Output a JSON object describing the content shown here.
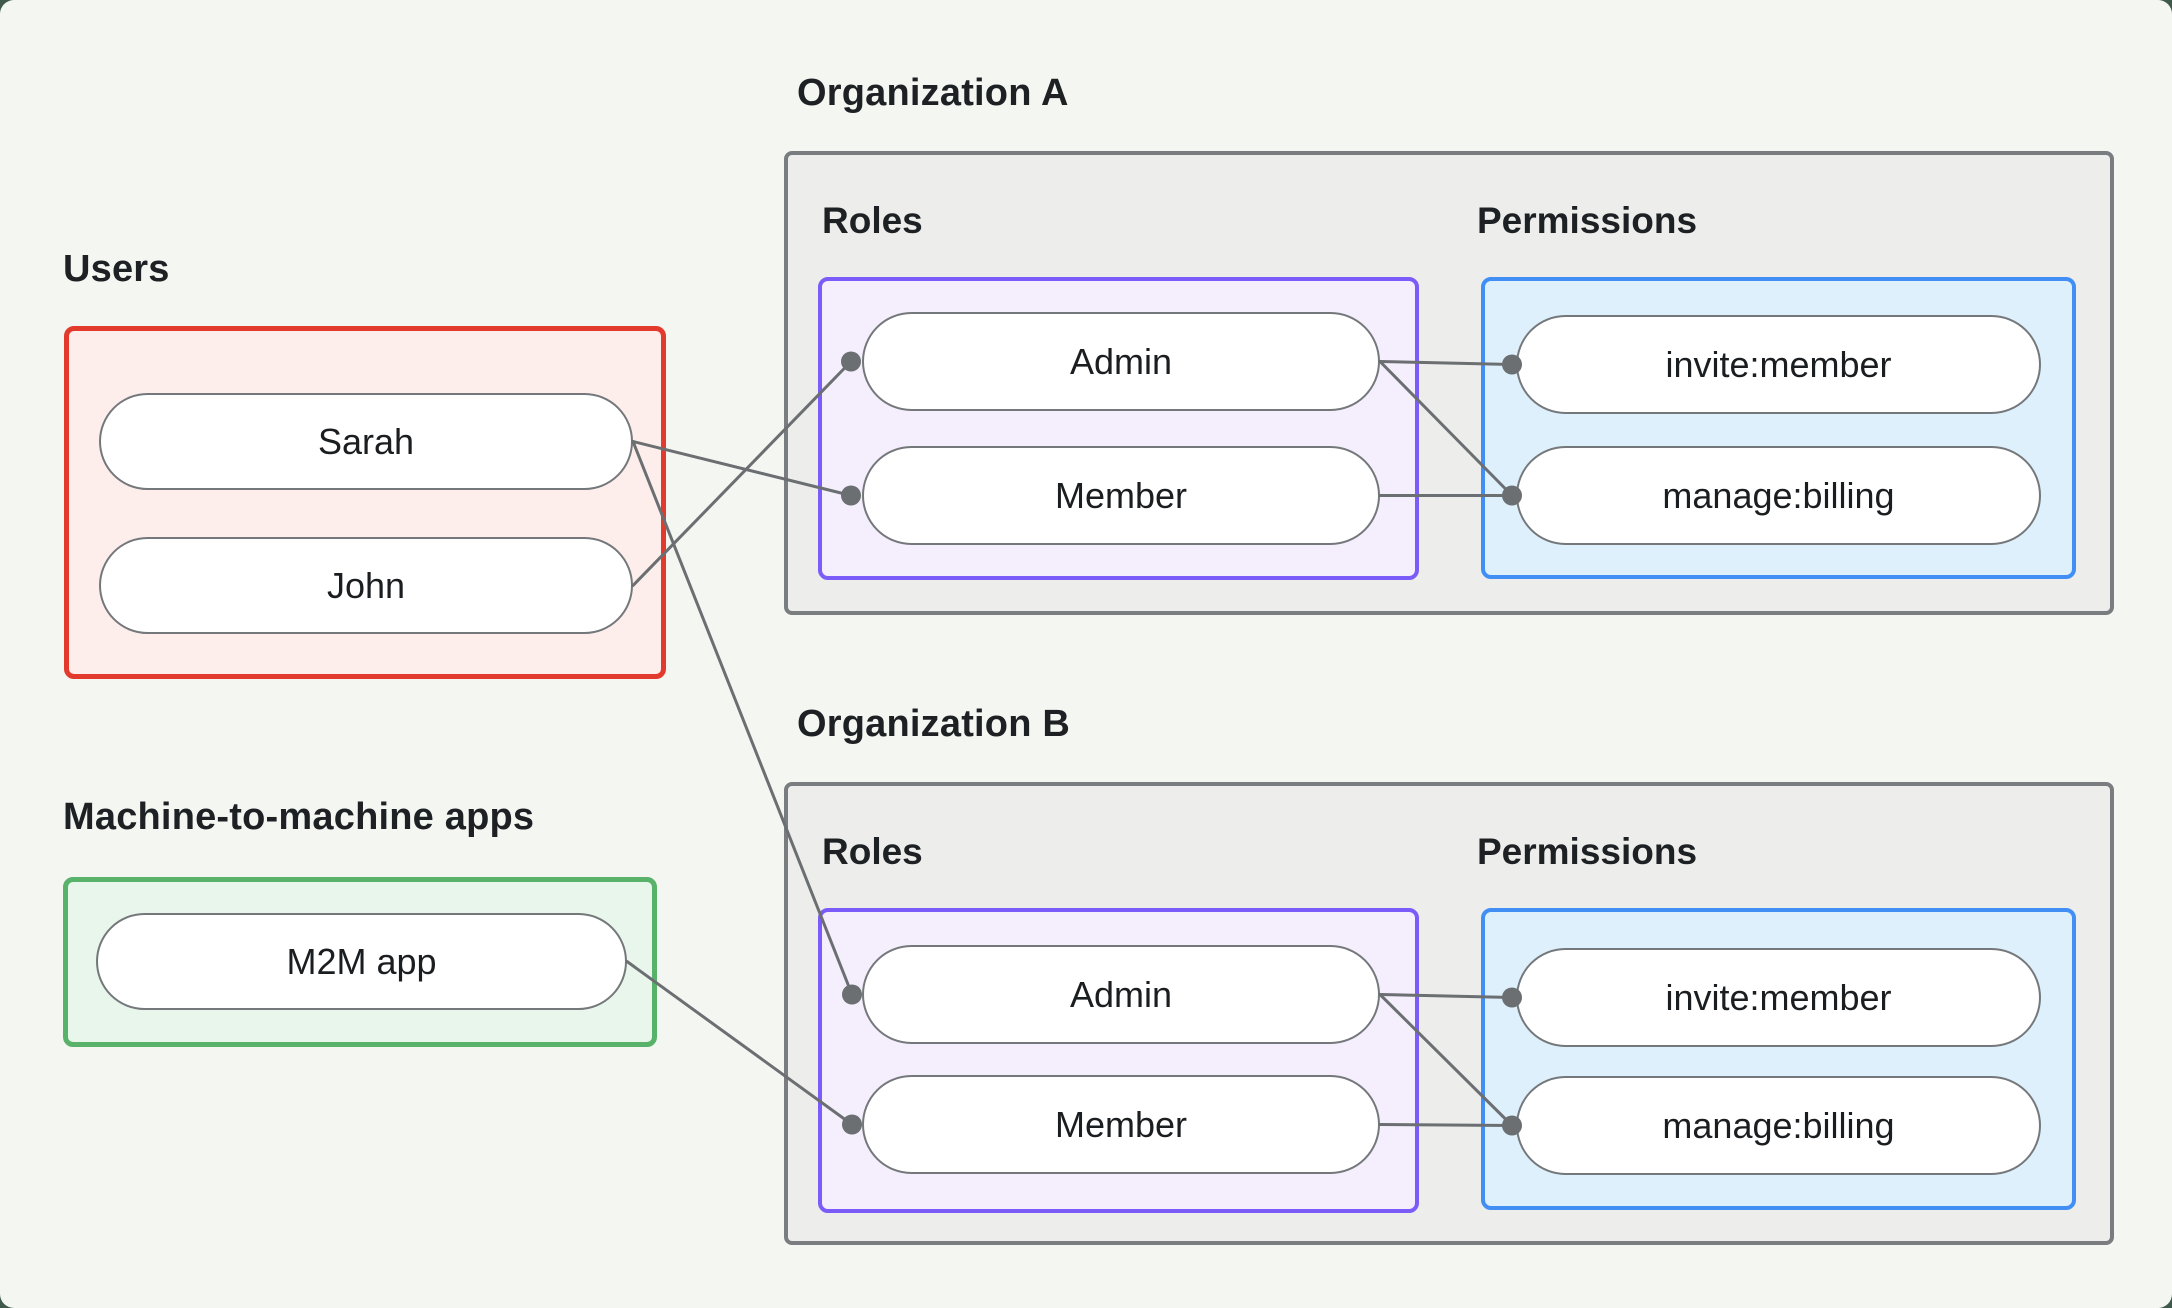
{
  "canvas": {
    "backdrop_color": "#3f5a4a",
    "panel_color": "#f4f6f2"
  },
  "palette": {
    "users_border": "#e23b2e",
    "users_fill": "#fdeeec",
    "m2m_border": "#58b269",
    "m2m_fill": "#e9f6ec",
    "roles_border": "#7c5cf8",
    "roles_fill": "#f5eefd",
    "permissions_border": "#418ef5",
    "permissions_fill": "#def0fc",
    "org_border": "#797d80",
    "org_fill": "#ededec",
    "pill_border": "#74787b",
    "pill_fill": "#ffffff",
    "connector_color": "#6b6f72",
    "text_color": "#1d2124"
  },
  "users_group": {
    "label": "Users",
    "items": [
      {
        "label": "Sarah"
      },
      {
        "label": "John"
      }
    ]
  },
  "m2m_group": {
    "label": "Machine-to-machine apps",
    "items": [
      {
        "label": "M2M app"
      }
    ]
  },
  "organizations": [
    {
      "title": "Organization A",
      "roles_label": "Roles",
      "permissions_label": "Permissions",
      "roles": [
        {
          "label": "Admin"
        },
        {
          "label": "Member"
        }
      ],
      "permissions": [
        {
          "label": "invite:member"
        },
        {
          "label": "manage:billing"
        }
      ]
    },
    {
      "title": "Organization B",
      "roles_label": "Roles",
      "permissions_label": "Permissions",
      "roles": [
        {
          "label": "Admin"
        },
        {
          "label": "Member"
        }
      ],
      "permissions": [
        {
          "label": "invite:member"
        },
        {
          "label": "manage:billing"
        }
      ]
    }
  ],
  "connections": [
    {
      "from": "Sarah",
      "to": "Organization A / Member"
    },
    {
      "from": "John",
      "to": "Organization A / Admin"
    },
    {
      "from": "Sarah",
      "to": "Organization B / Admin"
    },
    {
      "from": "M2M app",
      "to": "Organization B / Member"
    },
    {
      "from": "Organization A / Admin",
      "to": "Organization A / invite:member"
    },
    {
      "from": "Organization A / Admin",
      "to": "Organization A / manage:billing"
    },
    {
      "from": "Organization A / Member",
      "to": "Organization A / manage:billing"
    },
    {
      "from": "Organization B / Admin",
      "to": "Organization B / invite:member"
    },
    {
      "from": "Organization B / Admin",
      "to": "Organization B / manage:billing"
    },
    {
      "from": "Organization B / Member",
      "to": "Organization B / manage:billing"
    }
  ]
}
